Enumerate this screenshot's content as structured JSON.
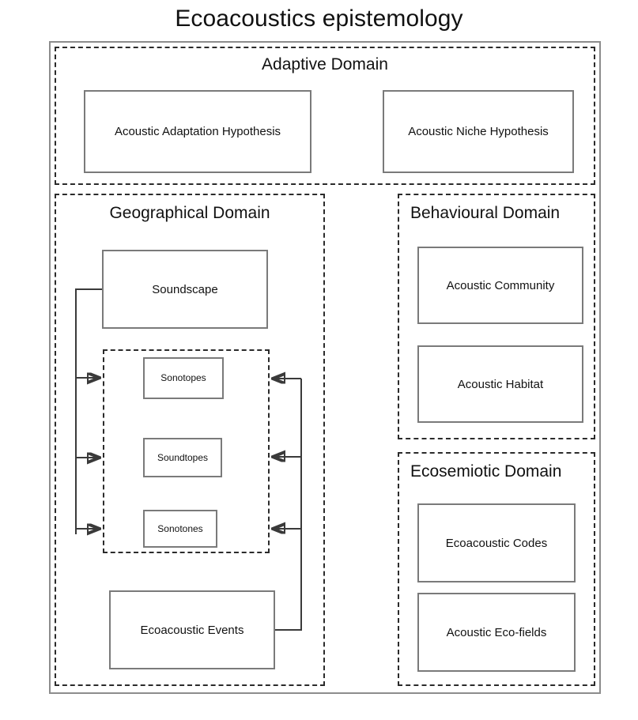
{
  "page_title": "Ecoacoustics epistemology",
  "domains": [
    {
      "id": "adaptive",
      "title": "Adaptive Domain",
      "boxes": [
        {
          "label": "Acoustic Adaptation Hypothesis"
        },
        {
          "label": "Acoustic Niche Hypothesis"
        }
      ]
    },
    {
      "id": "geographical",
      "title": "Geographical Domain",
      "boxes": [
        {
          "label": "Soundscape"
        },
        {
          "label": "Ecoacoustic Events"
        }
      ],
      "inner_group": {
        "boxes": [
          {
            "label": "Sonotopes"
          },
          {
            "label": "Soundtopes"
          },
          {
            "label": "Sonotones"
          }
        ]
      }
    },
    {
      "id": "behavioural",
      "title": "Behavioural Domain",
      "boxes": [
        {
          "label": "Acoustic Community"
        },
        {
          "label": "Acoustic Habitat"
        }
      ]
    },
    {
      "id": "ecosemiotic",
      "title": "Ecosemiotic Domain",
      "boxes": [
        {
          "label": "Ecoacoustic Codes"
        },
        {
          "label": "Acoustic Eco-fields"
        }
      ]
    }
  ],
  "connections": [
    {
      "from": "Soundscape",
      "to": "Sonotopes",
      "direction": "right"
    },
    {
      "from": "Soundscape",
      "to": "Soundtopes",
      "direction": "right"
    },
    {
      "from": "Soundscape",
      "to": "Sonotones",
      "direction": "right"
    },
    {
      "from": "Ecoacoustic Events",
      "to": "Sonotopes",
      "direction": "left"
    },
    {
      "from": "Ecoacoustic Events",
      "to": "Soundtopes",
      "direction": "left"
    },
    {
      "from": "Ecoacoustic Events",
      "to": "Sonotones",
      "direction": "left"
    }
  ],
  "colors": {
    "background": "#ffffff",
    "text": "#111111",
    "outer_border": "#8c8c8c",
    "dashed_border": "#2b2b2b",
    "box_border": "#7a7a7a",
    "connector": "#3a3a3a"
  }
}
